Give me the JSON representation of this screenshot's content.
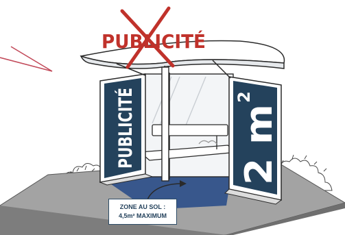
{
  "top_banner": {
    "text": "PUBLICITÉ",
    "status": "crossed-out",
    "icon": "red-cross-icon"
  },
  "left_panel": {
    "text": "PUBLICITÉ"
  },
  "right_panel": {
    "text": "2 m",
    "superscript": "2"
  },
  "floor_caption": {
    "line1": "ZONE AU SOL :",
    "line2": "4,5m² MAXIMUM"
  },
  "colors": {
    "navy": "#24425c",
    "red": "#c0322b",
    "outline": "#2a2a2a",
    "pavement": "#9a9a9a",
    "floor_zone": "#2c4f8a"
  }
}
